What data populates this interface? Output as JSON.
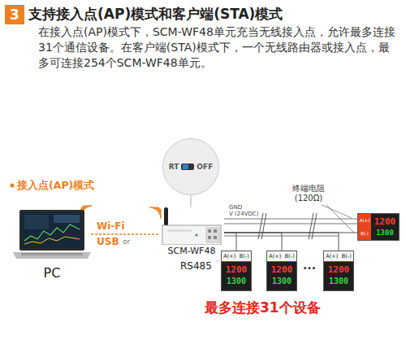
{
  "diagram": {
    "title": "支持接入点(AP)模式和客户端(STA)模式",
    "nodes": [
      {
        "text": [
          "3"
        ]
      },
      {
        "text": [
          "RT",
          "OFF"
        ]
      },
      {
        "text": [
          "PC"
        ]
      },
      {
        "text": [
          "SCM-WF48"
        ]
      },
      {
        "text": [
          "A(+)",
          "B(-)",
          "1200",
          "1300"
        ]
      },
      {
        "text": [
          "A(+)",
          "B(-)",
          "1200",
          "1300"
        ]
      },
      {
        "text": [
          "A(+)",
          "B(-)",
          "1200",
          "1300"
        ]
      },
      {
        "text": [
          "A(+)",
          "B(-)",
          "1200",
          "1300"
        ]
      }
    ],
    "edges": [
      {
        "from": 1,
        "to": 3,
        "arrow": "none"
      },
      {
        "from": 2,
        "to": 3,
        "arrow": "none"
      },
      {
        "from": 3,
        "to": 4,
        "arrow": "none"
      },
      {
        "from": 3,
        "to": 5,
        "arrow": "none"
      },
      {
        "from": 3,
        "to": 6,
        "arrow": "none"
      },
      {
        "from": 3,
        "to": 7,
        "arrow": "none"
      }
    ],
    "labels": [
      "在接入点(AP)模式下，SCM-WF48单元充当无线接入点，允许最多连接31个通信设备。在客户端(STA)模式下，一个无线路由器或接入点，最多可连接254个SCM-WF48单元。",
      "接入点(AP)模式",
      "Wi-Fi",
      "or",
      "USB",
      "GND",
      "V (24VDC)",
      "终端电阻 (120Ω)",
      "RS485",
      "...",
      "最多连接31个设备"
    ]
  }
}
